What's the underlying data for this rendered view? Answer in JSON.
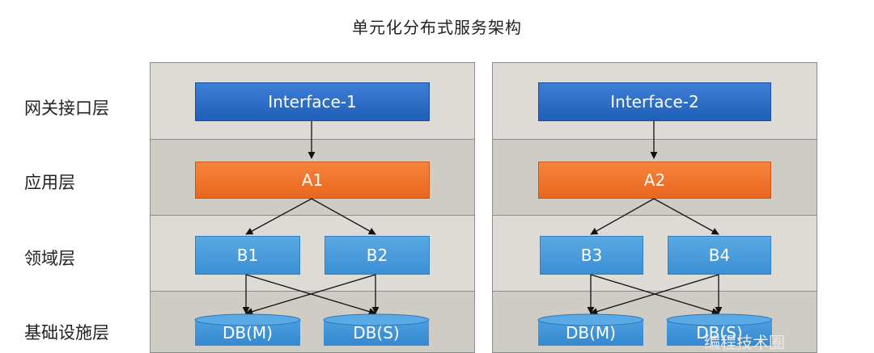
{
  "title": "单元化分布式服务架构",
  "layers": [
    "网关接口层",
    "应用层",
    "领域层",
    "基础设施层"
  ],
  "units": [
    {
      "interface": "Interface-1",
      "app": "A1",
      "domains": [
        "B1",
        "B2"
      ],
      "dbs": [
        "DB(M)",
        "DB(S)"
      ]
    },
    {
      "interface": "Interface-2",
      "app": "A2",
      "domains": [
        "B3",
        "B4"
      ],
      "dbs": [
        "DB(M)",
        "DB(S)"
      ]
    }
  ],
  "colors": {
    "interface": "#2a6cc8",
    "app": "#ef7430",
    "domain": "#4a9bdc",
    "db": "#3f92d8"
  },
  "watermark": "编程技术圈"
}
